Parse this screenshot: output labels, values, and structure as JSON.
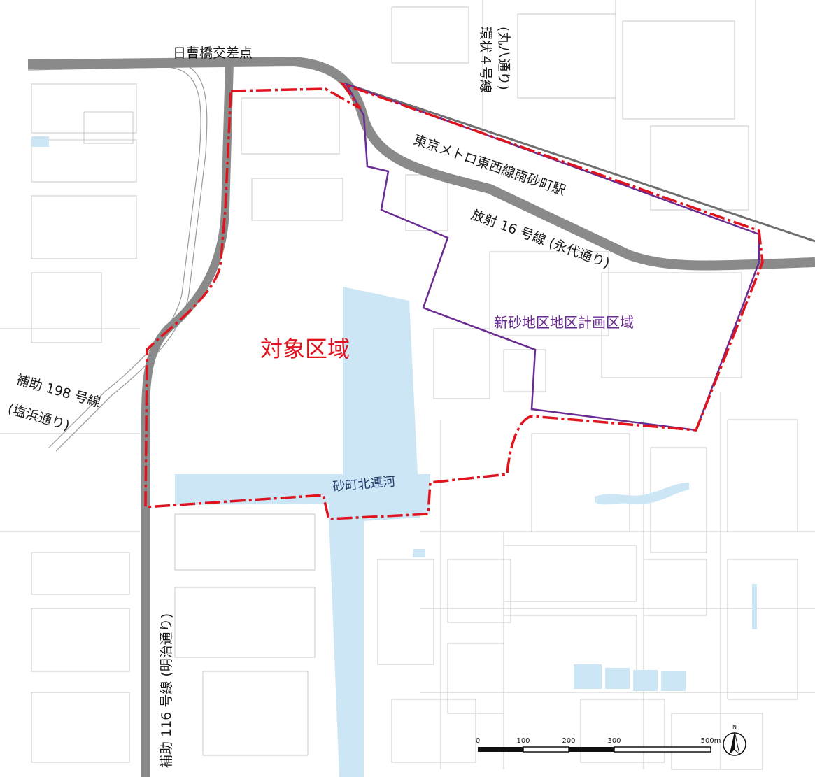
{
  "labels": {
    "intersection": "日曹橋交差点",
    "ring4_a": "環状４号線",
    "ring4_b": "(丸八通り)",
    "station": "東京メトロ東西線南砂町駅",
    "radial16": "放射 16 号線 (永代通り)",
    "district_plan": "新砂地区地区計画区域",
    "target_area": "対象区域",
    "aux198_a": "補助 198 号線",
    "aux198_b": "(塩浜通り)",
    "canal": "砂町北運河",
    "aux116": "補助 116 号線 (明治通り)"
  },
  "scale_bar": {
    "ticks": [
      "0",
      "100",
      "200",
      "300",
      "500m"
    ]
  },
  "north_arrow": {
    "label": "N"
  },
  "colors": {
    "target_boundary": "#e0141e",
    "district_boundary": "#6a2c91",
    "water": "#cde6f5",
    "road": "#7d7d7d",
    "target_label": "#e0141e",
    "district_label": "#6a2c91",
    "canal_label": "#1f3a6b"
  }
}
